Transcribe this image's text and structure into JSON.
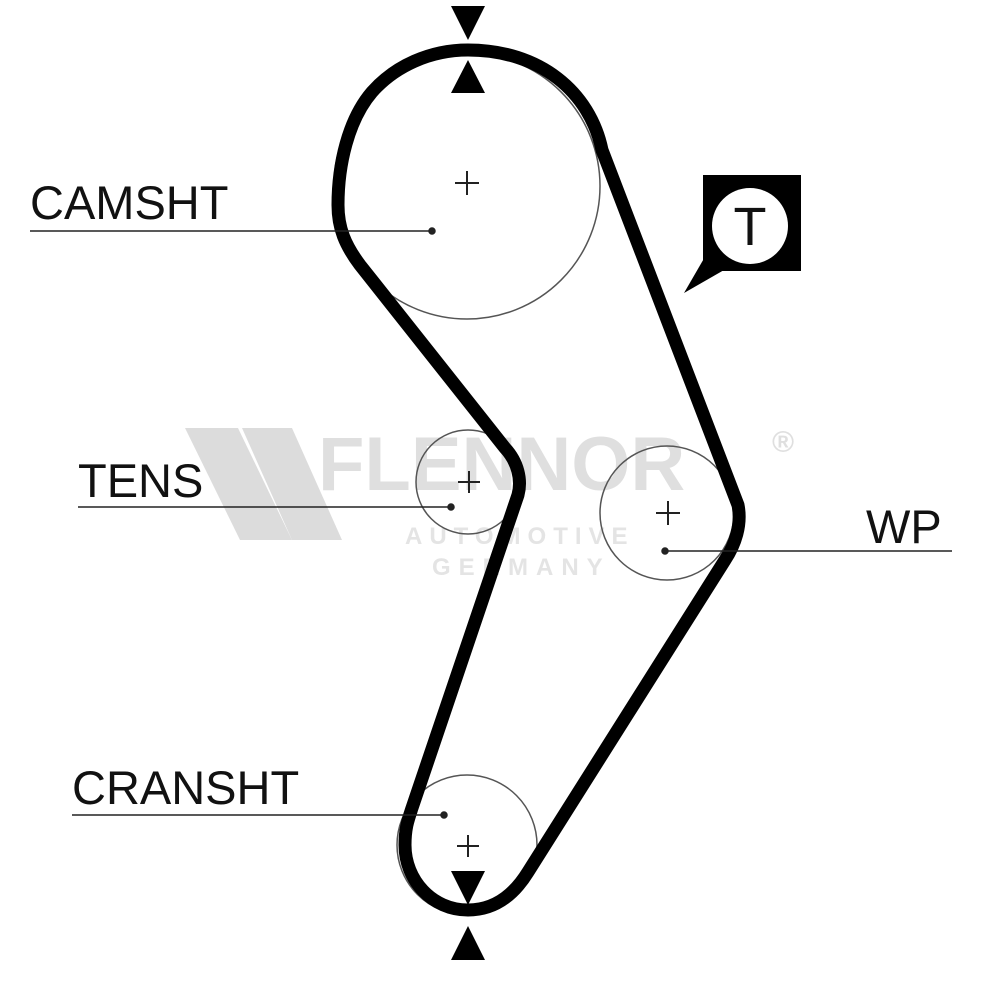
{
  "diagram": {
    "labels": {
      "camshaft": "CAMSHT",
      "tensioner": "TENS",
      "water_pump": "WP",
      "crankshaft": "CRANSHT"
    },
    "tension_badge": "T"
  },
  "watermark": {
    "brand": "FLENNOR",
    "registered": "®",
    "line1": "AUTOMOTIVE",
    "line2": "GERMANY"
  },
  "colors": {
    "belt": "#000000",
    "pulley_outline": "#555555",
    "text": "#111111",
    "watermark": "#d9d9d9",
    "background": "#ffffff"
  }
}
